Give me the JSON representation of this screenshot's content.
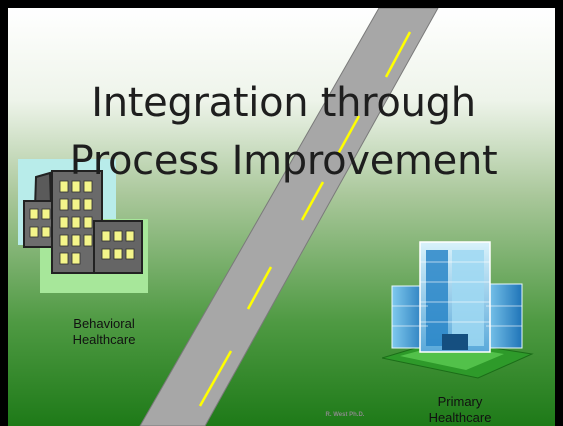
{
  "slide": {
    "title_line1": "Integration through",
    "title_line2": "Process Improvement",
    "left_caption_line1": "Behavioral",
    "left_caption_line2": "Healthcare",
    "right_caption_line1": "Primary",
    "right_caption_line2": "Healthcare",
    "footer": "R. West Ph.D."
  },
  "colors": {
    "background_top": "#ffffff",
    "background_mid": "#9fc08f",
    "background_bottom": "#1e7a18",
    "road": "#a7a7a7",
    "road_line": "#ffff00",
    "title_text": "#1e1e1e"
  },
  "icons": {
    "left": "office-building-clipart-icon",
    "right": "hospital-building-icon"
  }
}
